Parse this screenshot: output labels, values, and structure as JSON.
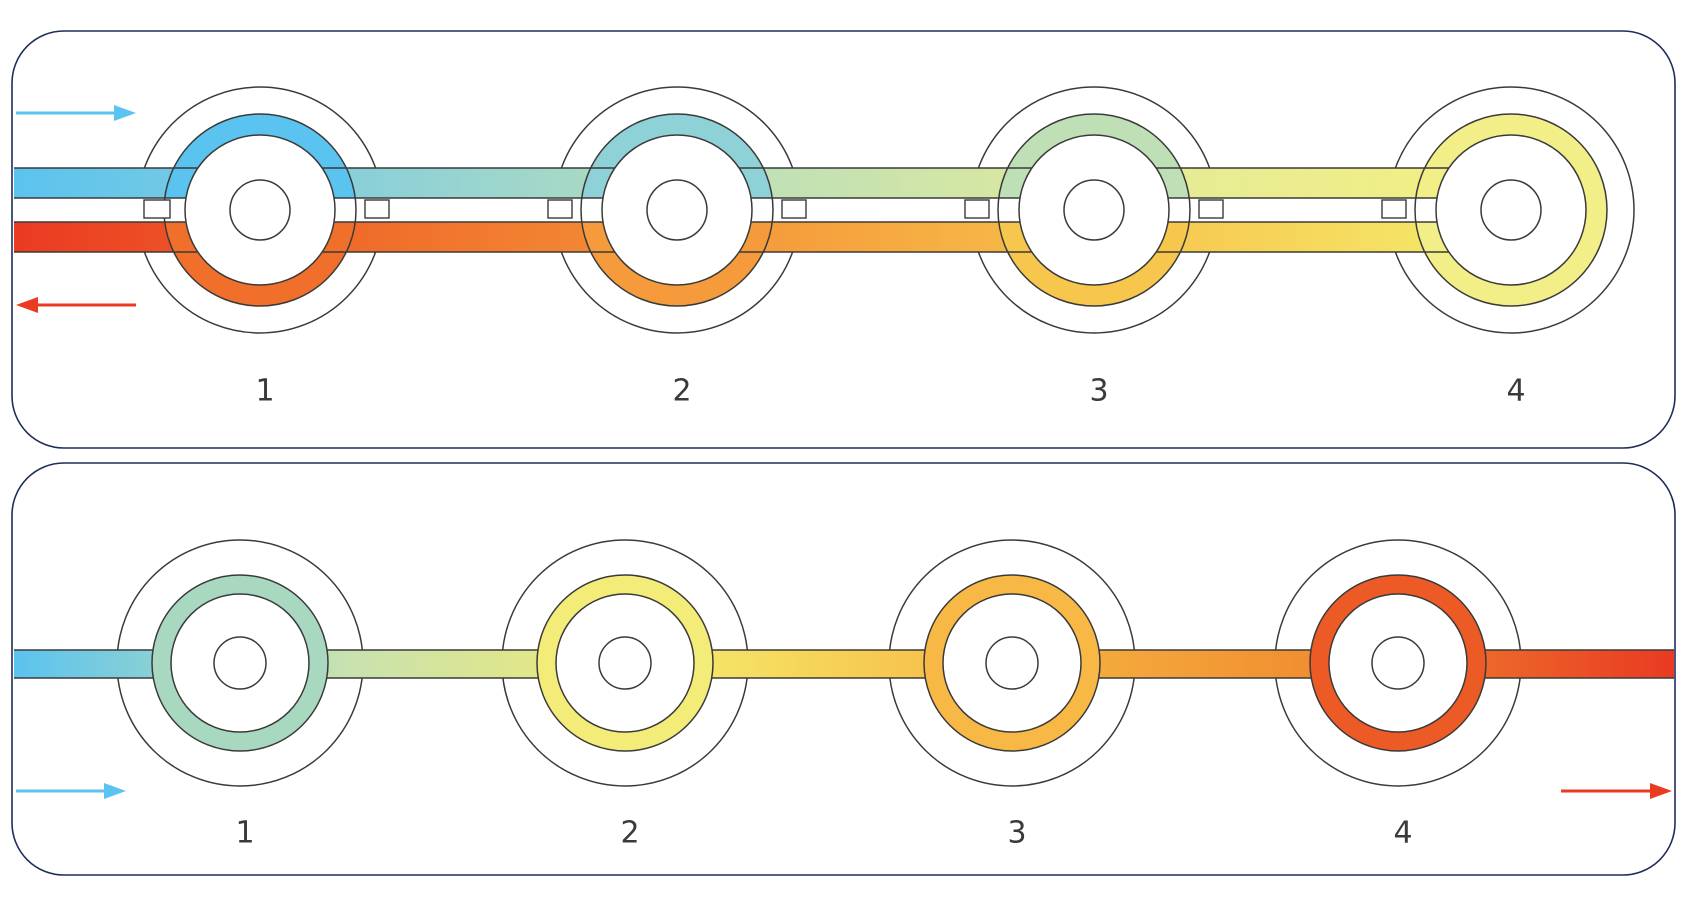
{
  "panels": [
    {
      "id": "parallel",
      "flow": "two-pipe",
      "units": [
        {
          "label": "1",
          "ring_color": "#6cc8ee"
        },
        {
          "label": "2",
          "ring_color": "#9fd7c9"
        },
        {
          "label": "3",
          "ring_color": "#cfe3a7"
        },
        {
          "label": "4",
          "ring_color": "#f2ee88"
        }
      ],
      "supply_colors": [
        "#5bc3ef",
        "#8ed1d6",
        "#bfe0b6",
        "#e4eb98",
        "#f4ef80"
      ],
      "return_colors": [
        "#ea3a22",
        "#f06f2b",
        "#f59b3b",
        "#f7c64d",
        "#f4ed6e"
      ],
      "arrows": [
        {
          "name": "supply-in-arrow",
          "color": "#5bc3ef",
          "direction": "right"
        },
        {
          "name": "return-out-arrow",
          "color": "#ea3a22",
          "direction": "left"
        }
      ]
    },
    {
      "id": "series",
      "flow": "single-pipe",
      "units": [
        {
          "label": "1",
          "ring_color": "#a8d8c0"
        },
        {
          "label": "2",
          "ring_color": "#f4ec78"
        },
        {
          "label": "3",
          "ring_color": "#f7b845"
        },
        {
          "label": "4",
          "ring_color": "#ec5a26"
        }
      ],
      "pipe_colors": [
        "#5bc3ef",
        "#c8e2b0",
        "#f5e96a",
        "#f6b641",
        "#f08a2f",
        "#e93a23"
      ],
      "arrows": [
        {
          "name": "inflow-arrow",
          "color": "#5bc3ef",
          "direction": "right"
        },
        {
          "name": "outflow-arrow",
          "color": "#ea3a22",
          "direction": "right"
        }
      ]
    }
  ],
  "colors": {
    "outline": "#3a3a3a",
    "panel_border": "#1f2d5a",
    "cold": "#5bc3ef",
    "hot": "#ea3a22"
  }
}
